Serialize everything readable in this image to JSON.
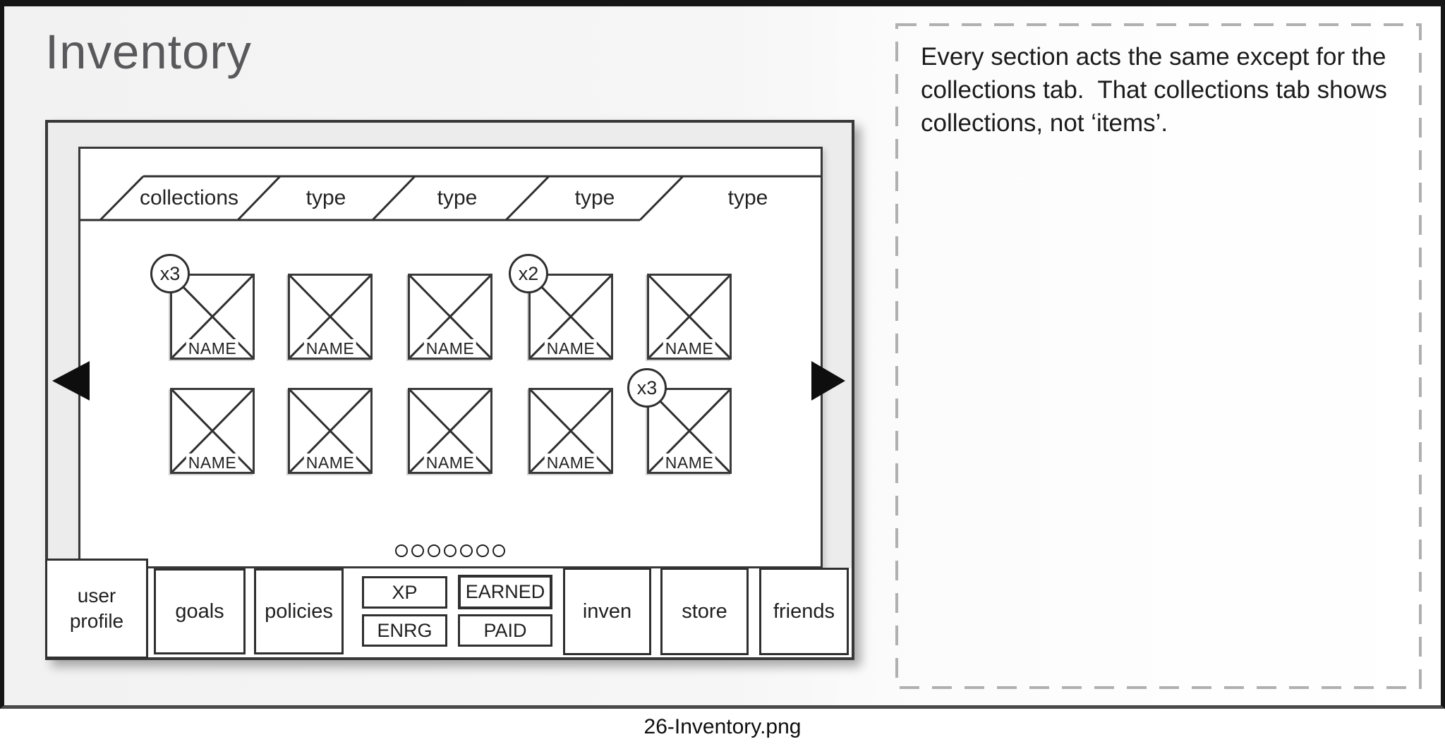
{
  "page": {
    "title": "Inventory",
    "caption": "26-Inventory.png"
  },
  "tabs": {
    "items": [
      {
        "label": "collections"
      },
      {
        "label": "type"
      },
      {
        "label": "type"
      },
      {
        "label": "type"
      },
      {
        "label": "type",
        "state": "active"
      }
    ]
  },
  "grid": {
    "items": [
      {
        "label": "NAME",
        "badge": "x3"
      },
      {
        "label": "NAME"
      },
      {
        "label": "NAME"
      },
      {
        "label": "NAME",
        "badge": "x2"
      },
      {
        "label": "NAME"
      },
      {
        "label": "NAME"
      },
      {
        "label": "NAME"
      },
      {
        "label": "NAME"
      },
      {
        "label": "NAME"
      },
      {
        "label": "NAME",
        "badge": "x3"
      }
    ]
  },
  "pager": {
    "dot_count": 7
  },
  "nav": {
    "prev_icon": "left-triangle-arrow",
    "next_icon": "right-triangle-arrow"
  },
  "bottom_bar": {
    "user_profile": "user profile",
    "goals": "goals",
    "policies": "policies",
    "xp": "XP",
    "enrg": "ENRG",
    "earned": "EARNED",
    "paid": "PAID",
    "inven": "inven",
    "store": "store",
    "friends": "friends"
  },
  "annotation": {
    "lines": [
      "Every section acts the same except for the",
      "collections tab.  That collections tab shows",
      "collections, not ‘items’."
    ]
  },
  "colors": {
    "stroke": "#383838",
    "device_fill": "#ececec",
    "page_fill": "#f6f6f6",
    "dash": "#b0b0b0",
    "title": "#59595b"
  }
}
